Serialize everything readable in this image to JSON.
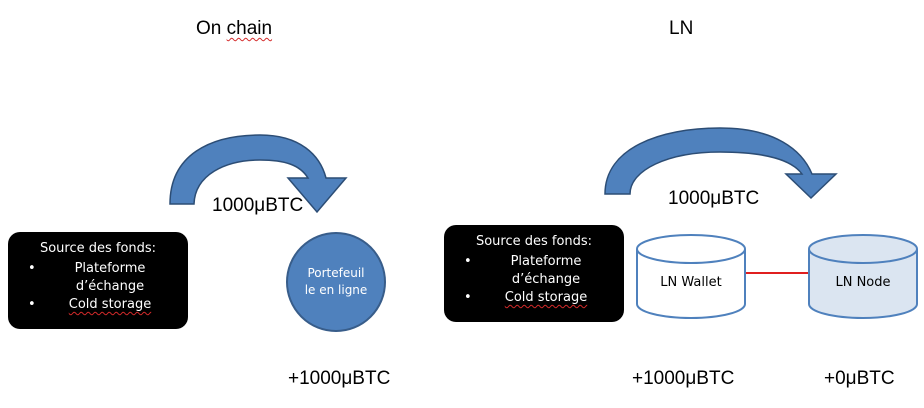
{
  "headings": {
    "onchain": "On chain",
    "ln": "LN"
  },
  "onchain": {
    "source_title": "Source des fonds:",
    "source_items": [
      "Plateforme d’échange",
      "Cold storage"
    ],
    "transfer_amount": "1000μBTC",
    "wallet_label_line1": "Portefeuil",
    "wallet_label_line2": "le en ligne",
    "result_amount": "+1000μBTC"
  },
  "ln": {
    "source_title": "Source des fonds:",
    "source_items": [
      "Plateforme d’échange",
      "Cold storage"
    ],
    "transfer_amount": "1000μBTC",
    "wallet_label": "LN Wallet",
    "node_label": "LN Node",
    "wallet_result": "+1000μBTC",
    "node_result": "+0μBTC"
  },
  "colors": {
    "arrow": "#4f81bd",
    "arrow_outline": "#2c4d75",
    "circle": "#4f81bd",
    "channel_line": "#e01f1f",
    "node_fill": "#dbe5f1",
    "box": "#000000"
  }
}
